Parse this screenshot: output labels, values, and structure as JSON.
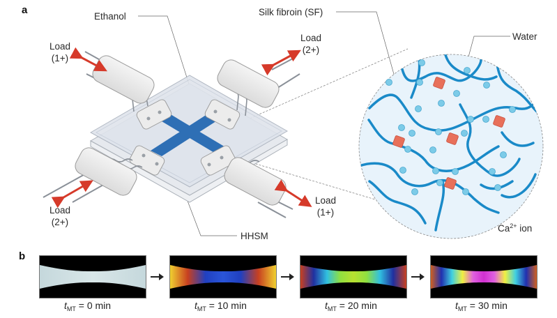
{
  "panel_a": {
    "letter": "a",
    "labels": {
      "ethanol": "Ethanol",
      "silk_fibroin": "Silk fibroin (SF)",
      "water": "Water",
      "hhsm": "HHSM",
      "ca_ion_base": "Ca",
      "ca_ion_sup": "2+",
      "ca_ion_suffix": " ion"
    },
    "loads": [
      {
        "id": "top-left",
        "line1": "Load",
        "line2": "(1+)"
      },
      {
        "id": "top-right",
        "line1": "Load",
        "line2": "(2+)"
      },
      {
        "id": "bottom-left",
        "line1": "Load",
        "line2": "(2+)"
      },
      {
        "id": "bottom-right",
        "line1": "Load",
        "line2": "(1+)"
      }
    ],
    "colors": {
      "cross": "#2e6fb5",
      "load_arrow": "#d63a2a",
      "sf_chain": "#1a8ac8",
      "water": "#7ccbe8",
      "ca_ion": "#e8705a",
      "zoom_circle_fill": "#e8f3fb"
    }
  },
  "panel_b": {
    "letter": "b",
    "frames": [
      {
        "t_symbol": "t",
        "t_sub": "MT",
        "value_text": " = 0 min",
        "minutes": 0,
        "colors": [
          "#c5d8dc",
          "#d8e6e8",
          "#c5d8dc"
        ]
      },
      {
        "t_symbol": "t",
        "t_sub": "MT",
        "value_text": " = 10 min",
        "minutes": 10,
        "colors": [
          "#f0d030",
          "#c84020",
          "#2040c0",
          "#2a55d8",
          "#2040c0",
          "#c84020",
          "#f0d030"
        ]
      },
      {
        "t_symbol": "t",
        "t_sub": "MT",
        "value_text": " = 20 min",
        "minutes": 20,
        "colors": [
          "#c84020",
          "#2030a0",
          "#30c0e0",
          "#90e040",
          "#b8e030",
          "#90e040",
          "#30c0e0",
          "#2030a0",
          "#c84020"
        ]
      },
      {
        "t_symbol": "t",
        "t_sub": "MT",
        "value_text": " = 30 min",
        "minutes": 30,
        "colors": [
          "#d06020",
          "#2030b0",
          "#40d0e0",
          "#f0f040",
          "#e060e0",
          "#d030d0",
          "#e060e0",
          "#f0f040",
          "#40d0e0",
          "#2030b0",
          "#d06020"
        ]
      }
    ]
  }
}
